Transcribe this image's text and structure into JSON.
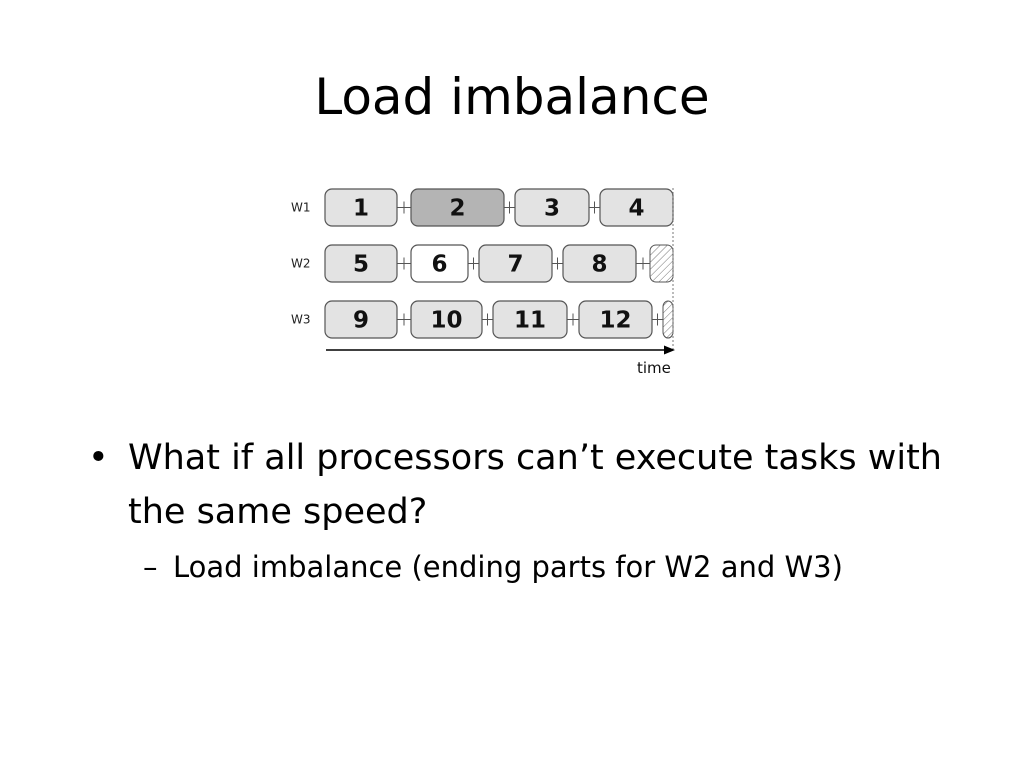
{
  "slide": {
    "title": "Load imbalance",
    "bullets": [
      {
        "text": "What if all processors can’t execute tasks with the same speed?",
        "sub_bullets": [
          "Load imbalance (ending parts for W2 and W3)"
        ]
      }
    ]
  },
  "diagram": {
    "axis_label": "time",
    "workers": [
      {
        "label": "W1",
        "tasks": [
          {
            "label": "1",
            "state": "normal"
          },
          {
            "label": "2",
            "state": "highlight"
          },
          {
            "label": "3",
            "state": "normal"
          },
          {
            "label": "4",
            "state": "normal"
          }
        ]
      },
      {
        "label": "W2",
        "tasks": [
          {
            "label": "5",
            "state": "normal"
          },
          {
            "label": "6",
            "state": "blank"
          },
          {
            "label": "7",
            "state": "normal"
          },
          {
            "label": "8",
            "state": "normal"
          }
        ]
      },
      {
        "label": "W3",
        "tasks": [
          {
            "label": "9",
            "state": "normal"
          },
          {
            "label": "10",
            "state": "normal"
          },
          {
            "label": "11",
            "state": "normal"
          },
          {
            "label": "12",
            "state": "normal"
          }
        ]
      }
    ],
    "colors": {
      "normal": "#e3e3e3",
      "highlight": "#b4b4b4",
      "blank": "#ffffff",
      "stroke": "#555555"
    }
  }
}
